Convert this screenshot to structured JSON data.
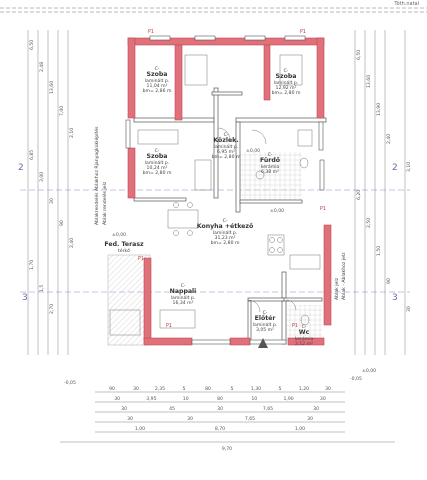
{
  "header": {
    "brand": "Tóth.natal",
    "axis_marks": [
      "2",
      "2",
      "3",
      "3"
    ]
  },
  "rooms": [
    {
      "id": "C-",
      "name": "Szoba",
      "floor": "laminált p.",
      "area": "11,04 m²",
      "height": "bm= 2,86 m"
    },
    {
      "id": "C-",
      "name": "Szoba",
      "floor": "laminált p.",
      "area": "12,92 m²",
      "height": "bm= 2,80 m"
    },
    {
      "id": "C-",
      "name": "Közlek.",
      "floor": "laminált p.",
      "area": "6,95 m²",
      "height": "bm= 2,80 m"
    },
    {
      "id": "C-",
      "name": "Szoba",
      "floor": "laminált p.",
      "area": "10,24 m²",
      "height": "bm= 2,80 m"
    },
    {
      "id": "C-",
      "name": "Fürdő",
      "floor": "kerámia",
      "area": "6,38 m²",
      "height": ""
    },
    {
      "id": "C-",
      "name": "Konyha +étkező",
      "floor": "laminált p.",
      "area": "31,23 m²",
      "height": "bm= 2,80 m"
    },
    {
      "id": "",
      "name": "Fed. Terasz",
      "floor": "térkő",
      "area": "",
      "height": ""
    },
    {
      "id": "C-",
      "name": "Nappali",
      "floor": "laminált p.",
      "area": "16,34 m²",
      "height": ""
    },
    {
      "id": "C-",
      "name": "Előtér",
      "floor": "laminált p.",
      "area": "3,05 m²",
      "height": ""
    },
    {
      "id": "C-",
      "name": "Wc",
      "floor": "kerámia",
      "area": "2,12 m²",
      "height": ""
    }
  ],
  "levels": [
    "±0,00",
    "±0,00",
    "±0,00",
    "-0,05",
    "±0,00",
    "-0,05"
  ],
  "pillar_labels": [
    "P1",
    "P1",
    "P1",
    "P1",
    "P1",
    "P1"
  ],
  "left_note": "Ablakrendelés Ablakhoz Rjanyagkúkiépítés",
  "left_note2": "Ablak rendelés jelz",
  "right_note": "Ablak - Ablakhoz jelz",
  "right_note2": "Ablak jelz",
  "bottom_dims": {
    "row1": [
      "90",
      "30",
      "2,35",
      "5",
      "80",
      "5",
      "1,30",
      "5",
      "1,20",
      "30"
    ],
    "row2": [
      "30",
      "3,95",
      "10",
      "80",
      "10",
      "1,90",
      "30"
    ],
    "row3": [
      "30",
      "45",
      "30",
      "7,65",
      "30"
    ],
    "row4": [
      "30",
      "30",
      "7,65",
      "30"
    ],
    "row5": [
      "1,00",
      "8,70",
      "1,00"
    ],
    "total": "9,70"
  },
  "left_dims": [
    "6,50",
    "2,48",
    "13,60",
    "7,00",
    "2,10",
    "6,85",
    "3,00",
    "30",
    "90",
    "2,40",
    "1,70",
    "1,5",
    "2,70"
  ],
  "right_dims": [
    "6,50",
    "13,60",
    "13,90",
    "2,40",
    "3,10",
    "6,20",
    "2,50",
    "1,50",
    "90",
    "30"
  ],
  "colors": {
    "wall": "#e0707a",
    "wallStroke": "#c04a55",
    "line": "#555555",
    "axis": "#6a6ab0",
    "hatch": "#bbbbbb"
  }
}
